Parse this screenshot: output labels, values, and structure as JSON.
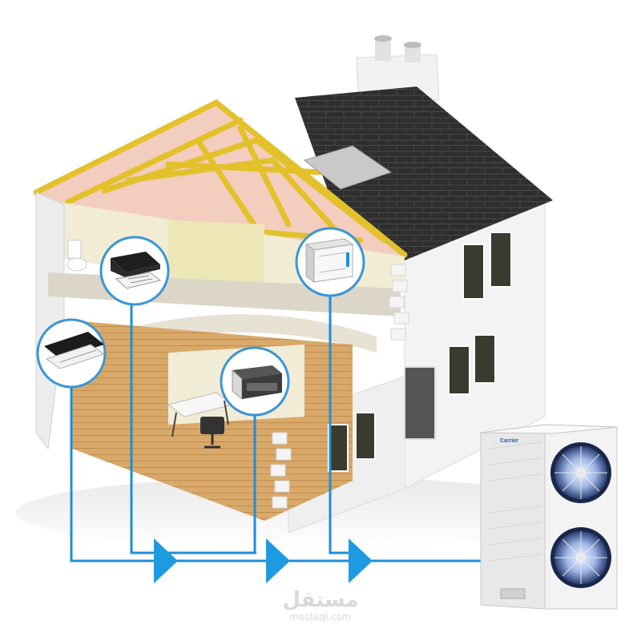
{
  "colors": {
    "pipe": "#1e8fd6",
    "arrow": "#1e9be0",
    "roof": "#2b2b2b",
    "timber": "#e3c12a",
    "insulation": "#f2c7b8",
    "wall": "#f4f4f4",
    "floor_wood": "#d8a867"
  },
  "units": [
    {
      "name": "cassette-ceiling-unit",
      "icon": "cassette-icon"
    },
    {
      "name": "one-way-cassette-unit",
      "icon": "slim-cassette-icon"
    },
    {
      "name": "ducted-unit",
      "icon": "duct-unit-icon"
    },
    {
      "name": "floor-console-unit",
      "icon": "console-icon"
    }
  ],
  "outdoor_unit": {
    "brand": "Carrier",
    "fans": 2
  },
  "watermark": {
    "arabic": "مستقل",
    "url": "mostaql.com"
  }
}
